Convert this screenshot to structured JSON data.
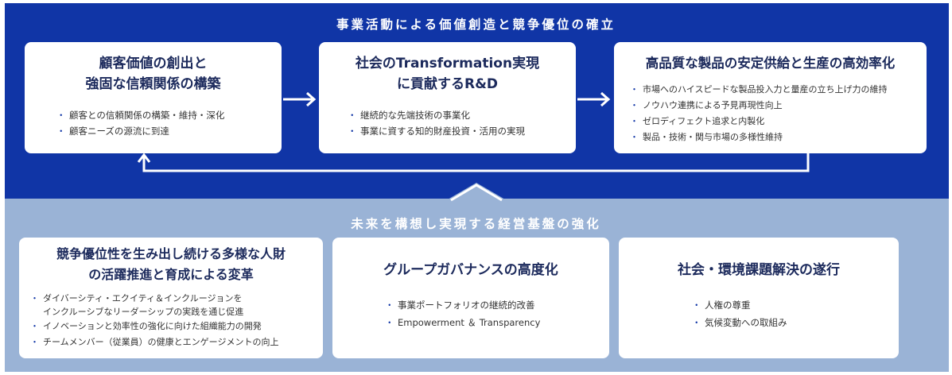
{
  "top_band": {
    "title": "事業活動による価値創造と競争優位の確立",
    "cards": [
      {
        "title_lines": [
          "顧客価値の創出と",
          "強固な信頼関係の構築"
        ],
        "bullets": [
          "顧客との信頼関係の構築・維持・深化",
          "顧客ニーズの源流に到達"
        ]
      },
      {
        "title_lines": [
          "社会のTransformation実現",
          "に貢献するR&D"
        ],
        "bullets": [
          "継続的な先端技術の事業化",
          "事業に資する知的財産投資・活用の実現"
        ]
      },
      {
        "title_lines": [
          "高品質な製品の安定供給と生産の高効率化"
        ],
        "bullets": [
          "市場へのハイスピードな製品投入力と量産の立ち上げ力の維持",
          "ノウハウ連携による予見再現性向上",
          "ゼロディフェクト追求と内製化",
          "製品・技術・関与市場の多様性維持"
        ]
      }
    ]
  },
  "bottom_band": {
    "title": "未来を構想し実現する経営基盤の強化",
    "cards": [
      {
        "title_lines": [
          "競争優位性を生み出し続ける多様な人財",
          "の活躍推進と育成による変革"
        ],
        "bullets": [
          [
            "ダイバーシティ・エクイティ＆インクルージョンを",
            "インクルーシブなリーダーシップの実践を通じ促進"
          ],
          [
            "イノベーションと効率性の強化に向けた組織能力の開発"
          ],
          [
            "チームメンバー（従業員）の健康とエンゲージメントの向上"
          ]
        ]
      },
      {
        "title_lines": [
          "グループガバナンスの高度化"
        ],
        "bullets": [
          [
            "事業ポートフォリオの継続的改善"
          ],
          [
            "Empowerment ＆ Transparency"
          ]
        ]
      },
      {
        "title_lines": [
          "社会・環境課題解決の遂行"
        ],
        "bullets": [
          [
            "人権の尊重"
          ],
          [
            "気候変動への取組み"
          ]
        ]
      }
    ]
  },
  "bullet_char": "・",
  "colors": {
    "top_band": "#1035a6",
    "bottom_band": "#9ab3d6",
    "card_title": "#1c2a5c",
    "text": "#333333"
  }
}
